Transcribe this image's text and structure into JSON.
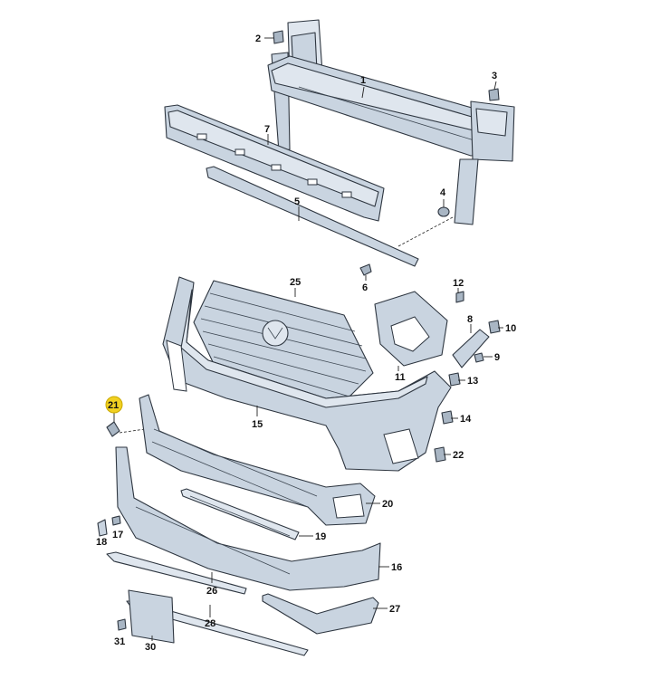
{
  "labels": {
    "p1": "1",
    "p2": "2",
    "p3": "3",
    "p4": "4",
    "p5": "5",
    "p6": "6",
    "p7": "7",
    "p8": "8",
    "p9": "9",
    "p10": "10",
    "p11": "11",
    "p12": "12",
    "p13": "13",
    "p14": "14",
    "p15": "15",
    "p16": "16",
    "p17": "17",
    "p18": "18",
    "p19": "19",
    "p20": "20",
    "p21": "21",
    "p22": "22",
    "p25": "25",
    "p26": "26",
    "p27": "27",
    "p28": "28",
    "p30": "30",
    "p31": "31"
  },
  "colors": {
    "part_fill": "#c9d4e0",
    "outline": "#2e3640",
    "highlight": "#f1d021"
  }
}
